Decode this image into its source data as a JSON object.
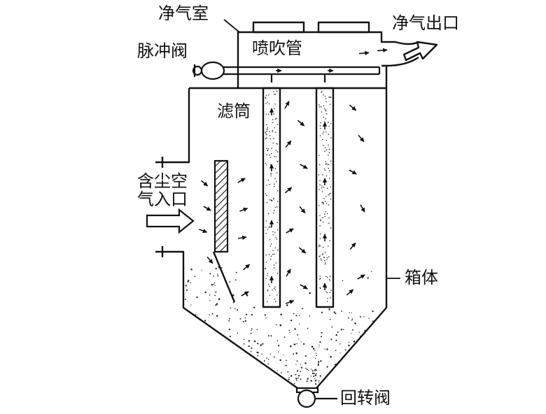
{
  "labels": {
    "clean_chamber": "净气室",
    "pulse_valve": "脉冲阀",
    "blow_pipe": "喷吹管",
    "clean_outlet": "净气出口",
    "filter_cartridge": "滤筒",
    "dusty_inlet_line1": "含尘空",
    "dusty_inlet_line2": "气入口",
    "housing": "箱体",
    "rotary_valve": "回转阀"
  },
  "colors": {
    "ink": "#111111",
    "background": "#ffffff"
  }
}
